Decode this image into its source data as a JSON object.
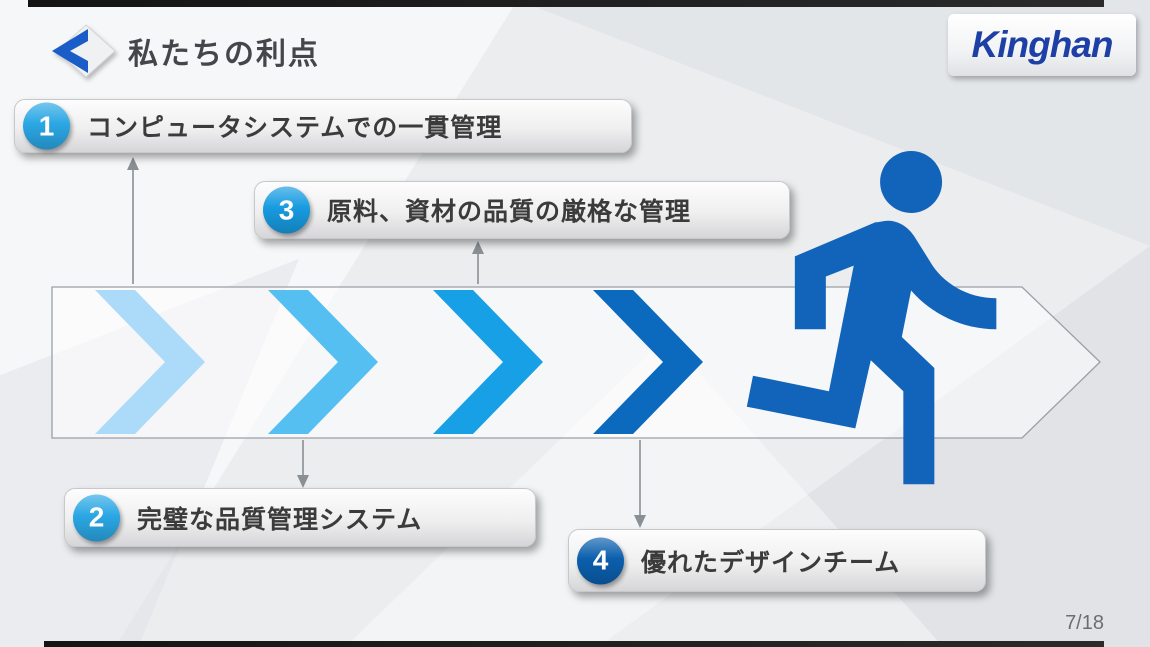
{
  "slide": {
    "title": "私たちの利点",
    "page_number": "7/18",
    "logo_text": "Kinghan",
    "logo_color": "#1D3FA6",
    "title_icon_color": "#1A5CC8"
  },
  "callouts": [
    {
      "number": "1",
      "label": "コンピュータシステムでの一貫管理",
      "badge_color": "#2BA7E4"
    },
    {
      "number": "2",
      "label": "完璧な品質管理システム",
      "badge_color": "#2BA7E4"
    },
    {
      "number": "3",
      "label": "原料、資材の品質の厳格な管理",
      "badge_color": "#179BE0"
    },
    {
      "number": "4",
      "label": "優れたデザインチーム",
      "badge_color": "#0B5FAD"
    }
  ],
  "flow": {
    "chevrons": [
      {
        "color": "#ABDBF8"
      },
      {
        "color": "#55BFF2"
      },
      {
        "color": "#17A0E6"
      },
      {
        "color": "#0B69BE"
      }
    ],
    "runner_color": "#1263BA",
    "band_fill": "rgba(255,255,255,0.55)",
    "outline_color": "#9AA0A6",
    "connector_color": "#8A8F94"
  }
}
